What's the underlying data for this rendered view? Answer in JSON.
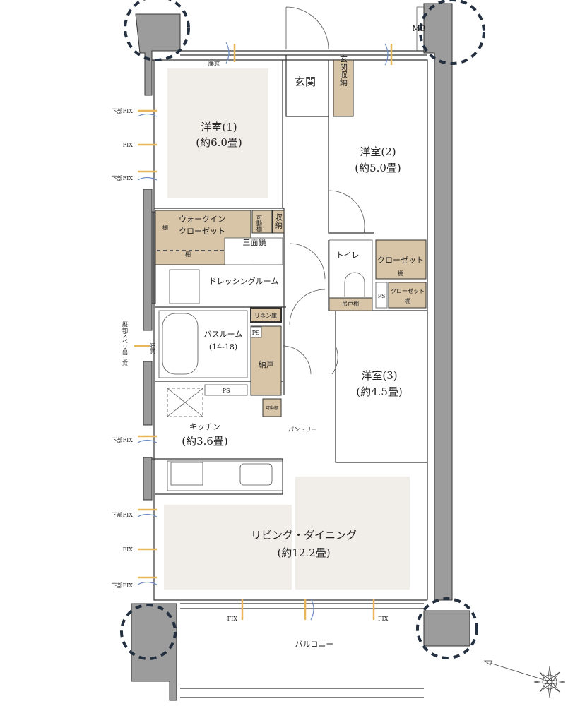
{
  "rooms": {
    "western_room_1": {
      "name": "洋室(1)",
      "size": "(約6.0畳)"
    },
    "western_room_2": {
      "name": "洋室(2)",
      "size": "(約5.0畳)"
    },
    "western_room_3": {
      "name": "洋室(3)",
      "size": "(約4.5畳)"
    },
    "entrance": "玄関",
    "entrance_storage": "玄関収納",
    "walk_in_closet": "ウォークインクローゼット",
    "walk_in_closet_line1": "ウォークイン",
    "walk_in_closet_line2": "クローゼット",
    "shelf": "棚",
    "movable_shelf": "可動棚",
    "storage": "収納",
    "triple_mirror": "三面鏡",
    "dressing_room": "ドレッシングルーム",
    "linen": "リネン庫",
    "bathroom": {
      "name": "バスルーム",
      "size": "(14-18)"
    },
    "ps": "PS",
    "closet_storage": "納戸",
    "toilet": "トイレ",
    "hanging_shelf": "吊戸棚",
    "closet": "クローゼット",
    "kitchen": {
      "name": "キッチン",
      "size": "(約3.6畳)"
    },
    "pantry": "パントリー",
    "living_dining": {
      "name": "リビング・ダイニング",
      "size": "(約12.2畳)"
    },
    "balcony": "バルコニー",
    "mb": "MB"
  },
  "windows": {
    "waist_window": "腰窓",
    "lower_fix": "下部FIX",
    "fix": "FIX",
    "vertical_slide_window": "縦軸スベリ出し窓"
  },
  "colors": {
    "storage": "#d8c4a6",
    "carpet": "#f1eeea",
    "wall": "#9c9c9c",
    "structural_circle": "#24303f",
    "window_mark": "#e8b75a"
  },
  "compass": {
    "icon": "compass-rose-icon"
  }
}
